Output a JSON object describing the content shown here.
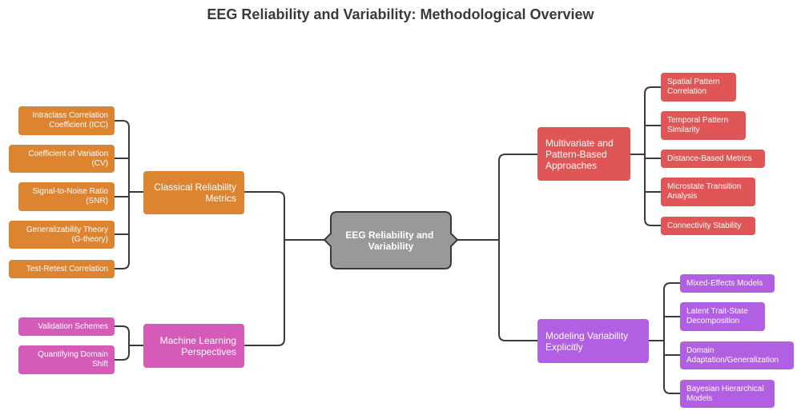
{
  "title": "EEG Reliability and Variability: Methodological Overview",
  "central": "EEG Reliability and Variability",
  "branches": {
    "classical": {
      "label": "Classical Reliability Metrics",
      "color": "#dd8431",
      "children": [
        "Intraclass Correlation Coefficient (ICC)",
        "Coefficient of Variation (CV)",
        "Signal-to-Noise Ratio (SNR)",
        "Generalizability Theory (G-theory)",
        "Test-Retest Correlation"
      ]
    },
    "ml": {
      "label": "Machine Learning Perspectives",
      "color": "#d65bb8",
      "children": [
        "Validation Schemes",
        "Quantifying Domain Shift"
      ]
    },
    "multivariate": {
      "label": "Multivariate and Pattern-Based Approaches",
      "color": "#e05555",
      "children": [
        "Spatial Pattern Correlation",
        "Temporal Pattern Similarity",
        "Distance-Based Metrics",
        "Microstate Transition Analysis",
        "Connectivity Stability"
      ]
    },
    "modeling": {
      "label": "Modeling Variability Explicitly",
      "color": "#b15fe3",
      "children": [
        "Mixed-Effects Models",
        "Latent Trait-State Decomposition",
        "Domain Adaptation/Generalization",
        "Bayesian Hierarchical Models"
      ]
    }
  }
}
